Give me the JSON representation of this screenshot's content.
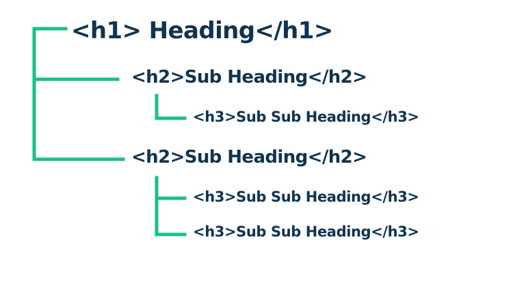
{
  "colors": {
    "connector": "#1dbf86",
    "text": "#0f3451",
    "background": "#ffffff"
  },
  "headings": {
    "h1": "<h1> Heading</h1>",
    "h2_first": "<h2>Sub Heading</h2>",
    "h3_first": "<h3>Sub Sub Heading</h3>",
    "h2_second": "<h2>Sub Heading</h2>",
    "h3_second": "<h3>Sub Sub Heading</h3>",
    "h3_third": "<h3>Sub Sub Heading</h3>"
  }
}
